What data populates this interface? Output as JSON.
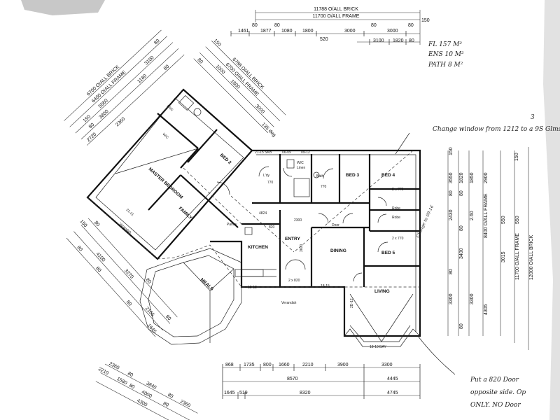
{
  "top_dims": {
    "row1": "11788 O/ALL BRICK",
    "row2": "11700 O/ALL FRAME",
    "row2_end": "150",
    "row3": [
      "1461",
      "1877",
      "1080",
      "1800",
      "3000",
      "3000"
    ],
    "row3_small": [
      "80",
      "80",
      "80",
      "80"
    ],
    "row4": [
      "520",
      "3100",
      "1820",
      "80"
    ]
  },
  "area_notes": [
    "FL 157 M²",
    "ENS 10 M²",
    "PATH 8 M²"
  ],
  "left_upper_dims": [
    "6700 O/ALL BRICK",
    "6400 O/ALL FRAME",
    "5560",
    "3800",
    "80",
    "3100",
    "1180",
    "2720",
    "2360",
    "80",
    "150",
    "80"
  ],
  "diag_upper_dims": [
    "6788 O/ALL BRICK",
    "6700 O/ALL FRAME",
    "3000",
    "1800",
    "1000",
    "80",
    "150",
    "135 deg"
  ],
  "right_dims": [
    "150",
    "3550",
    "80",
    "1820",
    "80",
    "2430",
    "80",
    "3400",
    "80",
    "3300",
    "80",
    "150",
    "2900",
    "8400 O/ALL FRAME",
    "3015",
    "4305",
    "11700 O/ALL FRAME",
    "12000 O/ALL BRICK",
    "550",
    "550",
    "1850",
    "2.60",
    "3300"
  ],
  "left_lower_dims": [
    "150",
    "80",
    "4100",
    "3270",
    "80",
    "2165",
    "1645",
    "80",
    "80",
    "80",
    "80"
  ],
  "bottom_dims": {
    "row1": [
      "868",
      "1735",
      "800",
      "1660",
      "2210",
      "3900",
      "3300"
    ],
    "row2": [
      "8570",
      "4445"
    ],
    "row3": [
      "1645",
      "519",
      "8320",
      "4745"
    ]
  },
  "bottom_left_dims": [
    "2360",
    "80",
    "3840",
    "80",
    "2360",
    "2210",
    "1580",
    "4000",
    "4300",
    "80",
    "80"
  ],
  "rooms": {
    "master": "MASTER BEDROOM",
    "wic": "W/C",
    "ens": "ENS",
    "bed2": "BED 2",
    "family": "FAMILY",
    "lndy": "L'dy",
    "bath": "Bath",
    "wc": "W/C",
    "linen": "Linen",
    "bed3": "BED 3",
    "bed4": "BED 4",
    "robe1": "Robe",
    "robe2": "Robe",
    "pantry": "Pantry",
    "kitchen": "KITCHEN",
    "entry": "ENTRY",
    "dining": "DINING",
    "living": "LIVING",
    "bed5": "BED 5",
    "meals": "MEALS",
    "verandah_l": "Verandah",
    "verandah_b": "Verandah",
    "bay": "18-19 BAY"
  },
  "openings": [
    "21-15 SKB",
    "06-09",
    "09-12",
    "2 x 770",
    "2 x 770",
    "2 x 820",
    "18-15",
    "15-18",
    "21-21",
    "2D-12",
    "770",
    "770",
    "820",
    "2300",
    "4824",
    "3600",
    "Door"
  ],
  "annotations": {
    "note1": "Change window from 1212 to a 9S Glms door.",
    "note2_lines": [
      "Put a 820 Door",
      "opposite side. Op",
      "ONLY. NO Door"
    ],
    "note3": "Change to 09-16",
    "note_corner": "3"
  }
}
